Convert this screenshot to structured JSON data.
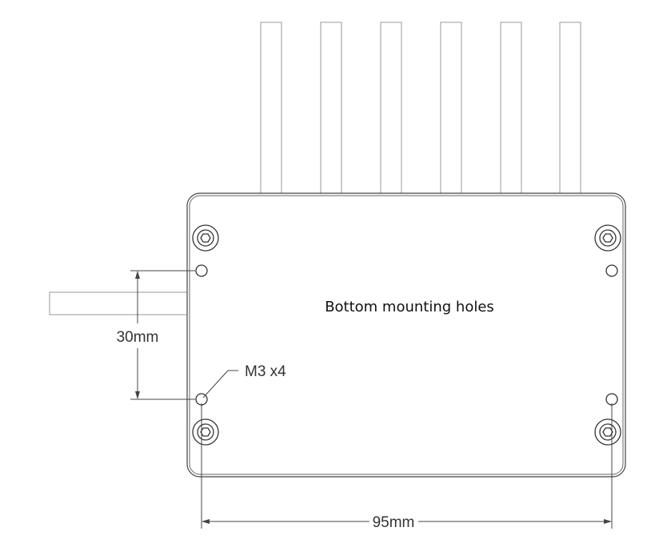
{
  "title": "Bottom mounting holes",
  "dimensions": {
    "hole_spacing_vertical": "30mm",
    "hole_spacing_horizontal": "95mm",
    "hole_callout": "M3 x4"
  }
}
